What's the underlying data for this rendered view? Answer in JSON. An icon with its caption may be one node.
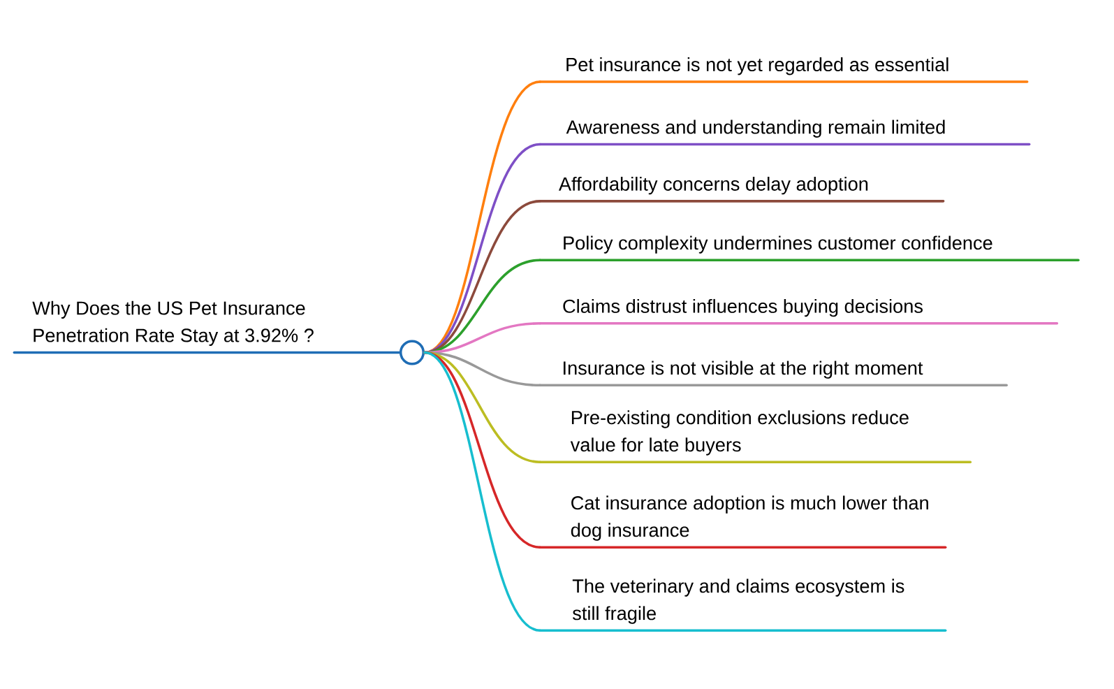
{
  "diagram": {
    "nodes": [
      {
        "text": [
          "Why Does the US Pet Insurance Penetration Rate Stay at 3.92% ?"
        ]
      },
      {
        "text": [],
        "shape": "circle"
      },
      {
        "text": [
          "Pet insurance is not yet regarded as essential"
        ]
      },
      {
        "text": [
          "Awareness and understanding remain limited"
        ]
      },
      {
        "text": [
          "Affordability concerns delay adoption"
        ]
      },
      {
        "text": [
          "Policy complexity undermines customer confidence"
        ]
      },
      {
        "text": [
          "Claims distrust influences buying decisions"
        ]
      },
      {
        "text": [
          "Insurance is not visible at the right moment"
        ]
      },
      {
        "text": [
          "Pre-existing condition exclusions reduce value for late buyers"
        ]
      },
      {
        "text": [
          "Cat insurance adoption is much lower than dog insurance"
        ]
      },
      {
        "text": [
          "The veterinary and claims ecosystem is still fragile"
        ]
      }
    ],
    "edges": [
      {
        "from": 0,
        "to": 1,
        "arrow": "none",
        "color": "#1f6db5"
      },
      {
        "from": 1,
        "to": 2,
        "arrow": "none",
        "color": "#ff7f0e"
      },
      {
        "from": 1,
        "to": 3,
        "arrow": "none",
        "color": "#7e4fc6"
      },
      {
        "from": 1,
        "to": 4,
        "arrow": "none",
        "color": "#8c4a3c"
      },
      {
        "from": 1,
        "to": 5,
        "arrow": "none",
        "color": "#2ca02c"
      },
      {
        "from": 1,
        "to": 6,
        "arrow": "none",
        "color": "#e377c2"
      },
      {
        "from": 1,
        "to": 7,
        "arrow": "none",
        "color": "#999999"
      },
      {
        "from": 1,
        "to": 8,
        "arrow": "none",
        "color": "#bcbd22"
      },
      {
        "from": 1,
        "to": 9,
        "arrow": "none",
        "color": "#d62728"
      },
      {
        "from": 1,
        "to": 10,
        "arrow": "none",
        "color": "#17becf"
      }
    ]
  }
}
